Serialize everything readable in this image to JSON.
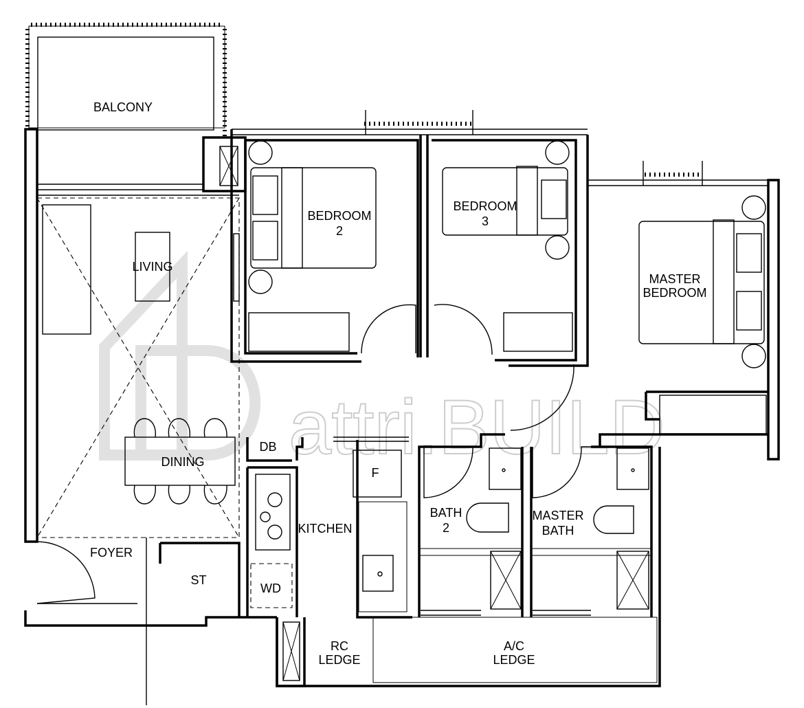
{
  "rooms": {
    "balcony": "BALCONY",
    "bedroom2": [
      "BEDROOM",
      "2"
    ],
    "bedroom3": [
      "BEDROOM",
      "3"
    ],
    "master_bedroom": [
      "MASTER",
      "BEDROOM"
    ],
    "living": "LIVING",
    "dining": "DINING",
    "db": "DB",
    "kitchen": "KITCHEN",
    "fridge": "F",
    "bath2": [
      "BATH",
      "2"
    ],
    "master_bath": [
      "MASTER",
      "BATH"
    ],
    "foyer": "FOYER",
    "store": "ST",
    "washer_dryer": "WD",
    "rc_ledge": [
      "RC",
      "LEDGE"
    ],
    "ac_ledge": [
      "A/C",
      "LEDGE"
    ]
  },
  "watermark": "attri.BUILD"
}
